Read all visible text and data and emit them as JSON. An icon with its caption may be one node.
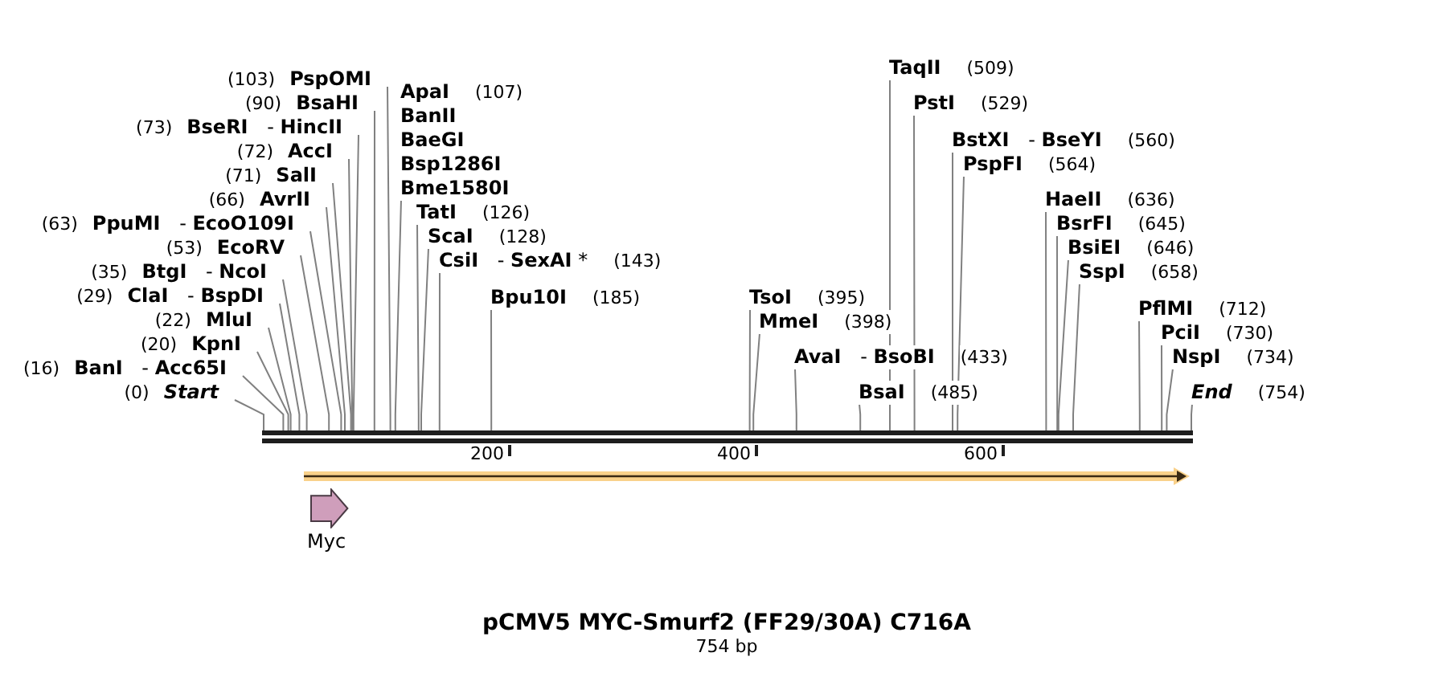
{
  "diagram": {
    "title": "pCMV5 MYC-Smurf2 (FF29/30A) C716A",
    "caption": "754 bp",
    "nodes": [
      {
        "text": [
          "(0)",
          "Start"
        ]
      },
      {
        "text": [
          "(16)",
          "**BanI** - **Acc65I**"
        ]
      },
      {
        "text": [
          "(20)",
          "KpnI"
        ]
      },
      {
        "text": [
          "(22)",
          "MluI"
        ]
      },
      {
        "text": [
          "(29)",
          "**ClaI** - **BspDI**"
        ]
      },
      {
        "text": [
          "(35)",
          "**BtgI** - **NcoI**"
        ]
      },
      {
        "text": [
          "(53)",
          "EcoRV"
        ]
      },
      {
        "text": [
          "(63)",
          "**PpuMI** - **EcoO109I**"
        ]
      },
      {
        "text": [
          "(66)",
          "AvrII"
        ]
      },
      {
        "text": [
          "(71)",
          "SalI"
        ]
      },
      {
        "text": [
          "(72)",
          "AccI"
        ]
      },
      {
        "text": [
          "(73)",
          "**BseRI** - **HincII**"
        ]
      },
      {
        "text": [
          "(90)",
          "BsaHI"
        ]
      },
      {
        "text": [
          "(103)",
          "PspOMI"
        ]
      },
      {
        "text": [
          "ApaI",
          "(107)",
          "BanII",
          "BaeGI",
          "Bsp1286I",
          "Bme1580I"
        ]
      },
      {
        "text": [
          "TatI",
          "(126)"
        ]
      },
      {
        "text": [
          "ScaI",
          "(128)"
        ]
      },
      {
        "text": [
          "**CsiI** - **SexAI** *",
          "(143)"
        ]
      },
      {
        "text": [
          "Bpu10I",
          "(185)"
        ]
      },
      {
        "text": [
          "TsoI",
          "(395)"
        ]
      },
      {
        "text": [
          "MmeI",
          "(398)"
        ]
      },
      {
        "text": [
          "**AvaI** - **BsoBI**",
          "(433)"
        ]
      },
      {
        "text": [
          "BsaI",
          "(485)"
        ]
      },
      {
        "text": [
          "TaqII",
          "(509)"
        ]
      },
      {
        "text": [
          "PstI",
          "(529)"
        ]
      },
      {
        "text": [
          "**BstXI** - **BseYI**",
          "(560)"
        ]
      },
      {
        "text": [
          "PspFI",
          "(564)"
        ]
      },
      {
        "text": [
          "HaeII",
          "(636)"
        ]
      },
      {
        "text": [
          "BsrFI",
          "(645)"
        ]
      },
      {
        "text": [
          "BsiEI",
          "(646)"
        ]
      },
      {
        "text": [
          "SspI",
          "(658)"
        ]
      },
      {
        "text": [
          "PflMI",
          "(712)"
        ]
      },
      {
        "text": [
          "PciI",
          "(730)"
        ]
      },
      {
        "text": [
          "NspI",
          "(734)"
        ]
      },
      {
        "text": [
          "End",
          "(754)"
        ]
      },
      {
        "text": [],
        "shape": "bar"
      },
      {
        "text": [],
        "shape": "arrow"
      },
      {
        "text": [
          "Myc"
        ]
      }
    ],
    "edges": [
      {
        "from": 0,
        "to": 35,
        "arrow": "none"
      },
      {
        "from": 1,
        "to": 35,
        "arrow": "none"
      },
      {
        "from": 2,
        "to": 35,
        "arrow": "none"
      },
      {
        "from": 3,
        "to": 35,
        "arrow": "none"
      },
      {
        "from": 4,
        "to": 35,
        "arrow": "none"
      },
      {
        "from": 5,
        "to": 35,
        "arrow": "none"
      },
      {
        "from": 6,
        "to": 35,
        "arrow": "none"
      },
      {
        "from": 7,
        "to": 35,
        "arrow": "none"
      },
      {
        "from": 8,
        "to": 35,
        "arrow": "none"
      },
      {
        "from": 9,
        "to": 35,
        "arrow": "none"
      },
      {
        "from": 10,
        "to": 35,
        "arrow": "none"
      },
      {
        "from": 11,
        "to": 35,
        "arrow": "none"
      },
      {
        "from": 12,
        "to": 35,
        "arrow": "none"
      },
      {
        "from": 13,
        "to": 35,
        "arrow": "none"
      },
      {
        "from": 14,
        "to": 35,
        "arrow": "none"
      },
      {
        "from": 15,
        "to": 35,
        "arrow": "none"
      },
      {
        "from": 16,
        "to": 35,
        "arrow": "none"
      },
      {
        "from": 17,
        "to": 35,
        "arrow": "none"
      },
      {
        "from": 18,
        "to": 35,
        "arrow": "none"
      },
      {
        "from": 19,
        "to": 35,
        "arrow": "none"
      },
      {
        "from": 20,
        "to": 35,
        "arrow": "none"
      },
      {
        "from": 21,
        "to": 35,
        "arrow": "none"
      },
      {
        "from": 22,
        "to": 35,
        "arrow": "none"
      },
      {
        "from": 23,
        "to": 35,
        "arrow": "none"
      },
      {
        "from": 24,
        "to": 35,
        "arrow": "none"
      },
      {
        "from": 25,
        "to": 35,
        "arrow": "none"
      },
      {
        "from": 26,
        "to": 35,
        "arrow": "none"
      },
      {
        "from": 27,
        "to": 35,
        "arrow": "none"
      },
      {
        "from": 28,
        "to": 35,
        "arrow": "none"
      },
      {
        "from": 29,
        "to": 35,
        "arrow": "none"
      },
      {
        "from": 30,
        "to": 35,
        "arrow": "none"
      },
      {
        "from": 31,
        "to": 35,
        "arrow": "none"
      },
      {
        "from": 32,
        "to": 35,
        "arrow": "none"
      },
      {
        "from": 33,
        "to": 35,
        "arrow": "none"
      },
      {
        "from": 34,
        "to": 35,
        "arrow": "none"
      }
    ],
    "labels": [
      "200",
      "400",
      "600"
    ]
  }
}
